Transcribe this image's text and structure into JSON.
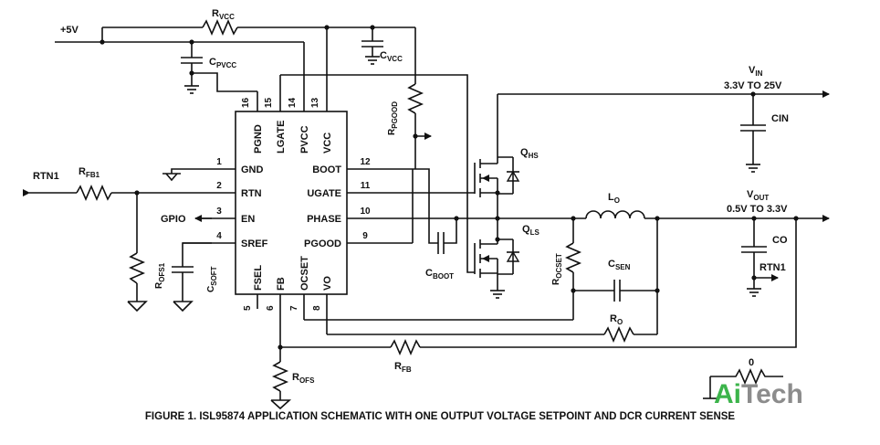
{
  "caption": "FIGURE 1.  ISL95874 APPLICATION SCHEMATIC WITH ONE OUTPUT VOLTAGE SETPOINT AND DCR CURRENT SENSE",
  "watermark": {
    "text_green": "Ai",
    "text_gray": "Tech",
    "color_green": "#3cb44b",
    "color_gray": "#8c8c8c"
  },
  "ic": {
    "pins_left": [
      {
        "num": "1",
        "name": "GND"
      },
      {
        "num": "2",
        "name": "RTN"
      },
      {
        "num": "3",
        "name": "EN"
      },
      {
        "num": "4",
        "name": "SREF"
      }
    ],
    "pins_right": [
      {
        "num": "12",
        "name": "BOOT"
      },
      {
        "num": "11",
        "name": "UGATE"
      },
      {
        "num": "10",
        "name": "PHASE"
      },
      {
        "num": "9",
        "name": "PGOOD"
      }
    ],
    "pins_top": [
      {
        "num": "16",
        "name": "PGND"
      },
      {
        "num": "15",
        "name": "LGATE"
      },
      {
        "num": "14",
        "name": "PVCC"
      },
      {
        "num": "13",
        "name": "VCC"
      }
    ],
    "pins_bottom": [
      {
        "num": "5",
        "name": "FSEL"
      },
      {
        "num": "6",
        "name": "FB"
      },
      {
        "num": "7",
        "name": "OCSET"
      },
      {
        "num": "8",
        "name": "VO"
      }
    ]
  },
  "nets": {
    "supply": "+5V",
    "rtn1_left": "RTN1",
    "gpio": "GPIO",
    "vin": "V",
    "vin_sub": "IN",
    "vin_range": "3.3V TO 25V",
    "vout": "V",
    "vout_sub": "OUT",
    "vout_range": "0.5V TO 3.3V",
    "rtn1_right": "RTN1"
  },
  "components": {
    "rvcc": {
      "main": "R",
      "sub": "VCC"
    },
    "cvcc": {
      "main": "C",
      "sub": "VCC"
    },
    "cpvcc": {
      "main": "C",
      "sub": "PVCC"
    },
    "rpgood": {
      "main": "R",
      "sub": "PGOOD"
    },
    "rfb1": {
      "main": "R",
      "sub": "FB1"
    },
    "rofs1": {
      "main": "R",
      "sub": "OFS1"
    },
    "csoft": {
      "main": "C",
      "sub": "SOFT"
    },
    "cboot": {
      "main": "C",
      "sub": "BOOT"
    },
    "qhs": {
      "main": "Q",
      "sub": "HS"
    },
    "qls": {
      "main": "Q",
      "sub": "LS"
    },
    "lo": {
      "main": "L",
      "sub": "O"
    },
    "rocset": {
      "main": "R",
      "sub": "OCSET"
    },
    "csen": {
      "main": "C",
      "sub": "SEN"
    },
    "ro": {
      "main": "R",
      "sub": "O"
    },
    "rfb": {
      "main": "R",
      "sub": "FB"
    },
    "rofs": {
      "main": "R",
      "sub": "OFS"
    },
    "cin": "CIN",
    "co": "CO",
    "r0": "0"
  }
}
